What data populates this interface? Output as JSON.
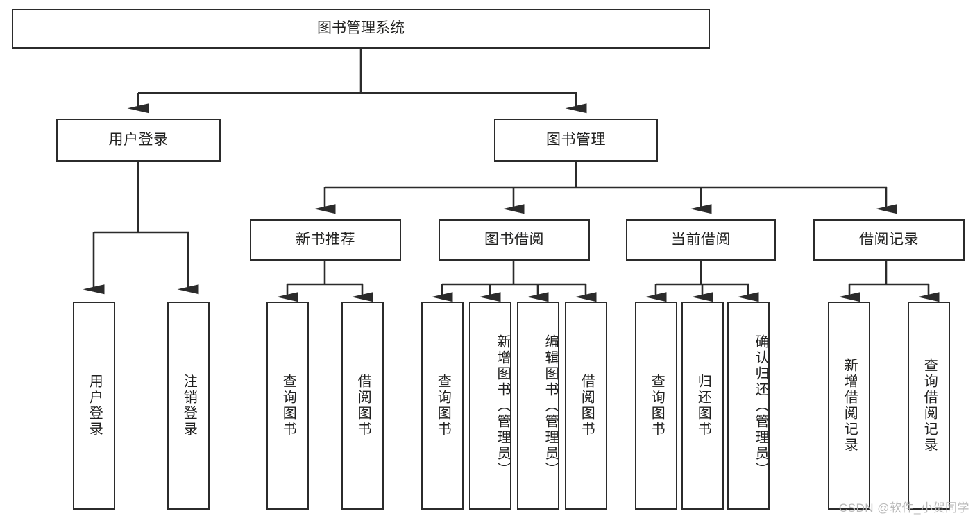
{
  "diagram": {
    "title": "图书管理系统",
    "type": "tree",
    "orientation": "top-down",
    "stroke_color": "#2b2b2b",
    "fill_color": "#ffffff",
    "text_color": "#20201f",
    "nodes": {
      "root": {
        "label": "图书管理系统"
      },
      "l2": [
        {
          "id": "user-login",
          "label": "用户登录"
        },
        {
          "id": "book-manage",
          "label": "图书管理"
        }
      ],
      "l3": [
        {
          "id": "new-book-rec",
          "label": "新书推荐"
        },
        {
          "id": "book-borrow",
          "label": "图书借阅"
        },
        {
          "id": "current-borrow",
          "label": "当前借阅"
        },
        {
          "id": "borrow-record",
          "label": "借阅记录"
        }
      ],
      "leaves": {
        "user_login": [
          {
            "id": "login",
            "label": "用户登录"
          },
          {
            "id": "logout",
            "label": "注销登录"
          }
        ],
        "new_book_rec": [
          {
            "id": "query-book",
            "label": "查询图书"
          },
          {
            "id": "borrow-book",
            "label": "借阅图书"
          }
        ],
        "book_borrow": [
          {
            "id": "query-book",
            "label": "查询图书"
          },
          {
            "id": "add-book",
            "label": "新增图书（管理员）"
          },
          {
            "id": "edit-book",
            "label": "编辑图书（管理员）"
          },
          {
            "id": "borrow-book",
            "label": "借阅图书"
          }
        ],
        "current_borrow": [
          {
            "id": "query-book",
            "label": "查询图书"
          },
          {
            "id": "return-book",
            "label": "归还图书"
          },
          {
            "id": "confirm-return",
            "label": "确认归还（管理员）"
          }
        ],
        "borrow_record": [
          {
            "id": "add-record",
            "label": "新增借阅记录"
          },
          {
            "id": "query-record",
            "label": "查询借阅记录"
          }
        ]
      }
    }
  },
  "watermark": {
    "text": "CSDN @软件_小贺同学",
    "color": "#b9b9b9"
  }
}
